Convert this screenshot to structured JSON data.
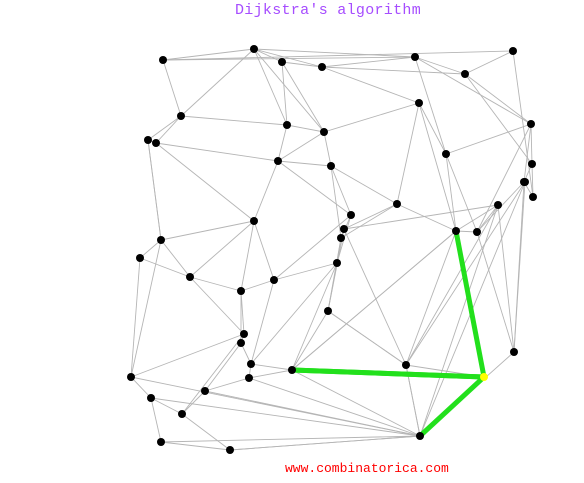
{
  "title": "Dijkstra's algorithm",
  "footer": "www.combinatorica.com",
  "colors": {
    "edge": "#b5b5b5",
    "vertex": "#000000",
    "path": "#22e01c",
    "source": "#ffff00",
    "title": "#a64dff",
    "footer": "#ff0000"
  },
  "graph": {
    "vertices": [
      "v0",
      "v1",
      "v2",
      "v3",
      "v4",
      "v5",
      "v6",
      "v7",
      "v8",
      "v9",
      "v10",
      "v11",
      "v12",
      "v13",
      "v14",
      "v15",
      "v16",
      "v17",
      "v18",
      "v19",
      "v20",
      "v21",
      "v22",
      "v23",
      "v24",
      "v25",
      "v26",
      "v27",
      "v28",
      "v29",
      "v30",
      "v31",
      "v32",
      "v33",
      "v34",
      "v35",
      "v36",
      "v37",
      "v38",
      "v39",
      "v40",
      "v41",
      "v42",
      "v43",
      "v44",
      "v45",
      "v46",
      "v47",
      "v48",
      "v49",
      "v50",
      "v51",
      "v52",
      "v53",
      "v54",
      "v55"
    ],
    "edges": [
      [
        "v0",
        "v1"
      ],
      [
        "v0",
        "v4"
      ],
      [
        "v0",
        "v7"
      ],
      [
        "v0",
        "v6"
      ],
      [
        "v1",
        "v2"
      ],
      [
        "v1",
        "v3"
      ],
      [
        "v1",
        "v8"
      ],
      [
        "v1",
        "v9"
      ],
      [
        "v1",
        "v4"
      ],
      [
        "v1",
        "v7"
      ],
      [
        "v2",
        "v3"
      ],
      [
        "v2",
        "v8"
      ],
      [
        "v3",
        "v4"
      ],
      [
        "v3",
        "v5"
      ],
      [
        "v3",
        "v10"
      ],
      [
        "v4",
        "v5"
      ],
      [
        "v4",
        "v11"
      ],
      [
        "v4",
        "v12"
      ],
      [
        "v5",
        "v12"
      ],
      [
        "v5",
        "v6"
      ],
      [
        "v5",
        "v13"
      ],
      [
        "v6",
        "v14"
      ],
      [
        "v7",
        "v8"
      ],
      [
        "v7",
        "v15"
      ],
      [
        "v7",
        "v16"
      ],
      [
        "v8",
        "v9"
      ],
      [
        "v8",
        "v17"
      ],
      [
        "v9",
        "v10"
      ],
      [
        "v9",
        "v17"
      ],
      [
        "v9",
        "v18"
      ],
      [
        "v10",
        "v11"
      ],
      [
        "v10",
        "v19"
      ],
      [
        "v10",
        "v20"
      ],
      [
        "v11",
        "v12"
      ],
      [
        "v11",
        "v20"
      ],
      [
        "v12",
        "v13"
      ],
      [
        "v12",
        "v21"
      ],
      [
        "v13",
        "v14"
      ],
      [
        "v13",
        "v22"
      ],
      [
        "v14",
        "v22"
      ],
      [
        "v15",
        "v16"
      ],
      [
        "v15",
        "v23"
      ],
      [
        "v16",
        "v17"
      ],
      [
        "v16",
        "v24"
      ],
      [
        "v17",
        "v18"
      ],
      [
        "v17",
        "v24"
      ],
      [
        "v17",
        "v25"
      ],
      [
        "v18",
        "v19"
      ],
      [
        "v18",
        "v25"
      ],
      [
        "v18",
        "v26"
      ],
      [
        "v19",
        "v20"
      ],
      [
        "v19",
        "v27"
      ],
      [
        "v20",
        "v21"
      ],
      [
        "v20",
        "v28"
      ],
      [
        "v21",
        "v22"
      ],
      [
        "v21",
        "v28"
      ],
      [
        "v21",
        "v29"
      ],
      [
        "v22",
        "v29"
      ],
      [
        "v22",
        "v30"
      ],
      [
        "v23",
        "v31"
      ],
      [
        "v23",
        "v32"
      ],
      [
        "v23",
        "v24"
      ],
      [
        "v24",
        "v32"
      ],
      [
        "v24",
        "v33"
      ],
      [
        "v24",
        "v34"
      ],
      [
        "v25",
        "v26"
      ],
      [
        "v25",
        "v34"
      ],
      [
        "v25",
        "v35"
      ],
      [
        "v26",
        "v27"
      ],
      [
        "v26",
        "v35"
      ],
      [
        "v26",
        "v36"
      ],
      [
        "v27",
        "v28"
      ],
      [
        "v27",
        "v36"
      ],
      [
        "v27",
        "v37"
      ],
      [
        "v28",
        "v29"
      ],
      [
        "v28",
        "v37"
      ],
      [
        "v28",
        "v38"
      ],
      [
        "v29",
        "v30"
      ],
      [
        "v29",
        "v38"
      ],
      [
        "v30",
        "v38"
      ],
      [
        "v31",
        "v32"
      ],
      [
        "v31",
        "v39"
      ],
      [
        "v32",
        "v33"
      ],
      [
        "v32",
        "v40"
      ],
      [
        "v33",
        "v34"
      ],
      [
        "v33",
        "v40"
      ],
      [
        "v33",
        "v41"
      ],
      [
        "v34",
        "v35"
      ],
      [
        "v34",
        "v42"
      ],
      [
        "v35",
        "v36"
      ],
      [
        "v35",
        "v42"
      ],
      [
        "v35",
        "v43"
      ],
      [
        "v36",
        "v37"
      ],
      [
        "v36",
        "v43"
      ],
      [
        "v36",
        "v44"
      ],
      [
        "v37",
        "v38"
      ],
      [
        "v37",
        "v44"
      ],
      [
        "v38",
        "v44"
      ],
      [
        "v39",
        "v45"
      ],
      [
        "v39",
        "v46"
      ],
      [
        "v39",
        "v40"
      ],
      [
        "v40",
        "v47"
      ],
      [
        "v40",
        "v41"
      ],
      [
        "v41",
        "v48"
      ],
      [
        "v41",
        "v42"
      ],
      [
        "v42",
        "v49"
      ],
      [
        "v42",
        "v43"
      ],
      [
        "v43",
        "v50"
      ],
      [
        "v43",
        "v51"
      ],
      [
        "v44",
        "v51"
      ],
      [
        "v44",
        "v52"
      ],
      [
        "v45",
        "v46"
      ],
      [
        "v45",
        "v53"
      ],
      [
        "v46",
        "v47"
      ],
      [
        "v46",
        "v53"
      ],
      [
        "v47",
        "v48"
      ],
      [
        "v47",
        "v54"
      ],
      [
        "v48",
        "v49"
      ],
      [
        "v48",
        "v55"
      ],
      [
        "v49",
        "v50"
      ],
      [
        "v49",
        "v55"
      ],
      [
        "v50",
        "v51"
      ],
      [
        "v50",
        "v55"
      ],
      [
        "v51",
        "v52"
      ],
      [
        "v52",
        "v50"
      ],
      [
        "v53",
        "v54"
      ],
      [
        "v54",
        "v55"
      ],
      [
        "v2",
        "v9"
      ],
      [
        "v11",
        "v21"
      ],
      [
        "v19",
        "v26"
      ],
      [
        "v23",
        "v39"
      ],
      [
        "v15",
        "v23"
      ],
      [
        "v45",
        "v54"
      ],
      [
        "v30",
        "v44"
      ],
      [
        "v12",
        "v22"
      ]
    ],
    "source": "v52",
    "shortest_path_tree": [
      [
        "v52",
        "v43"
      ],
      [
        "v52",
        "v50"
      ],
      [
        "v52",
        "v51"
      ],
      [
        "v52",
        "v55"
      ]
    ]
  }
}
